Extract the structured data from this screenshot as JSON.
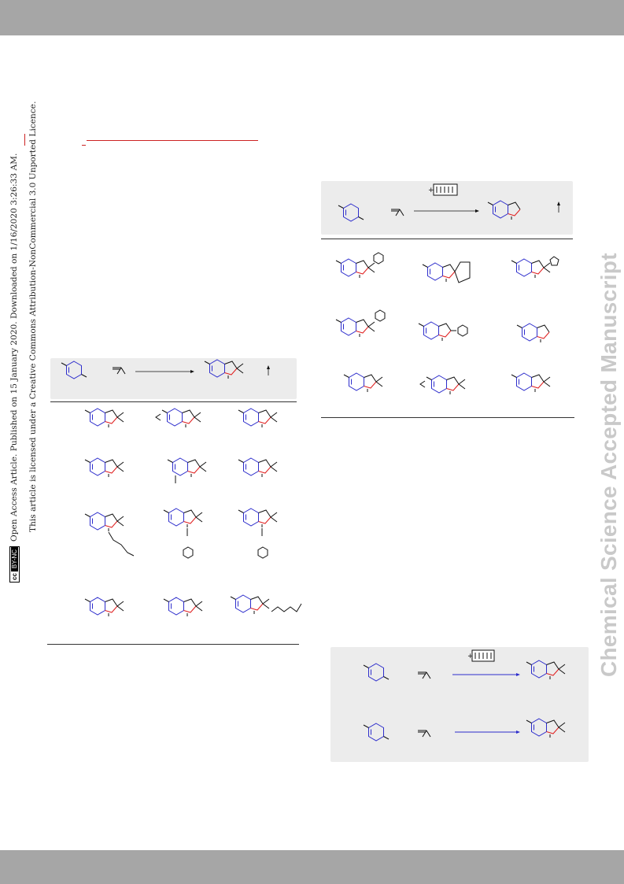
{
  "sidebar": {
    "line1": "Open Access Article. Published on 15 January 2020. Downloaded on 1/16/2020 3:26:33 AM.",
    "line2": "This article is licensed under a Creative Commons Attribution-NonCommercial 3.0 Unported Licence.",
    "cc_label": "cc",
    "license_badge": "BY-NC"
  },
  "watermark": "Chemical Science Accepted Manuscript",
  "colors": {
    "header_bar": "#a6a6a6",
    "bond": "#111111",
    "ring": "#2d2dcc",
    "oxygen": "#e02020",
    "accent_red": "#cc2222",
    "box": "#ececec"
  }
}
